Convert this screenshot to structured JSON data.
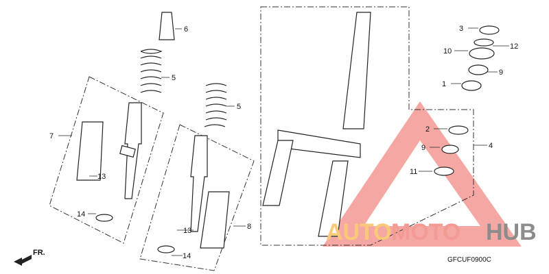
{
  "diagram_code": "GFCUF0900C",
  "direction_label": "FR.",
  "watermark": {
    "part1": "AUTO",
    "part2": "MOTO",
    "part3": "HUB",
    "colors": {
      "auto": "#f9c97a",
      "moto": "#f49a94",
      "hub": "#8c8c8c",
      "triangle": "#f49a94"
    }
  },
  "callouts": {
    "c6": "6",
    "c5a": "5",
    "c5b": "5",
    "c7": "7",
    "c13a": "13",
    "c14a": "14",
    "c13b": "13",
    "c8": "8",
    "c14b": "14",
    "c3": "3",
    "c12": "12",
    "c10": "10",
    "c9a": "9",
    "c1": "1",
    "c2": "2",
    "c4": "4",
    "c9b": "9",
    "c11": "11"
  }
}
